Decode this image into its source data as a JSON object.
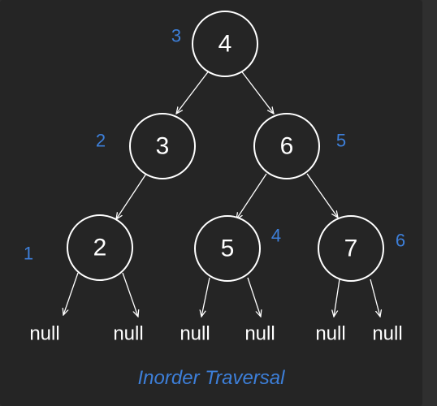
{
  "nodes": [
    {
      "id": "n4",
      "label": "4",
      "order": "3"
    },
    {
      "id": "n3",
      "label": "3",
      "order": "2"
    },
    {
      "id": "n6",
      "label": "6",
      "order": "5"
    },
    {
      "id": "n2",
      "label": "2",
      "order": "1"
    },
    {
      "id": "n5",
      "label": "5",
      "order": "4"
    },
    {
      "id": "n7",
      "label": "7",
      "order": "6"
    }
  ],
  "nulls": [
    "null",
    "null",
    "null",
    "null",
    "null",
    "null"
  ],
  "caption": "Inorder Traversal",
  "colors": {
    "node_stroke": "#ffffff",
    "order_label": "#3d7fd9",
    "background": "#252525"
  }
}
